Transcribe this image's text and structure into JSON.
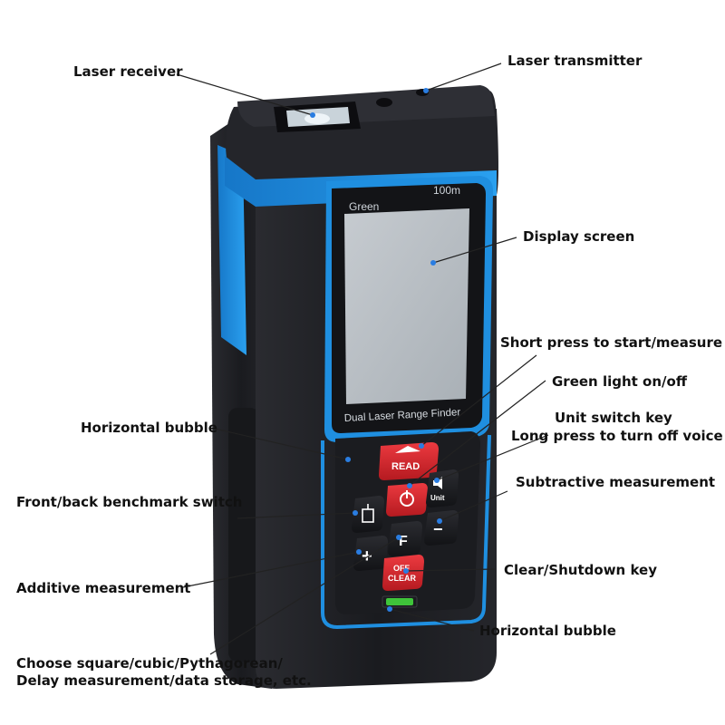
{
  "device": {
    "screen_top_left": "Green",
    "screen_top_right": "100m",
    "model_label": "Dual Laser Range Finder",
    "buttons": {
      "read": "READ",
      "unit": "Unit",
      "off_line1": "OFF",
      "off_line2": "CLEAR",
      "plus": "+",
      "minus": "−",
      "function": "F"
    }
  },
  "callouts": {
    "laser_receiver": "Laser receiver",
    "laser_transmitter": "Laser transmitter",
    "display_screen": "Display screen",
    "short_press": "Short press to start/measure",
    "green_light": "Green light on/off",
    "unit_switch": "Unit switch key",
    "long_press": "Long press to turn off voice",
    "horizontal_bubble_side": "Horizontal bubble",
    "subtractive": "Subtractive measurement",
    "benchmark_switch": "Front/back benchmark switch",
    "additive": "Additive measurement",
    "clear_shutdown": "Clear/Shutdown key",
    "horizontal_bubble_bottom": "Horizontal bubble",
    "choose_line1": "Choose square/cubic/Pythagorean/",
    "choose_line2": "Delay measurement/data storage, etc."
  },
  "colors": {
    "body_black": "#1e1f24",
    "body_blue": "#1f8fe0",
    "screen": "#b9bfc4",
    "read_button": "#d8242b",
    "pointer_dot": "#2a7de1",
    "bubble_green": "#3fc43a"
  }
}
